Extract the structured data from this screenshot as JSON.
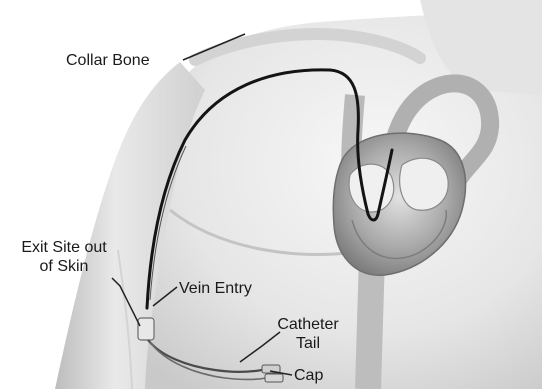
{
  "labels": {
    "collar_bone": "Collar Bone",
    "exit_site_line1": "Exit Site out",
    "exit_site_line2": "of Skin",
    "vein_entry": "Vein Entry",
    "catheter_tail_line1": "Catheter",
    "catheter_tail_line2": "Tail",
    "cap": "Cap"
  },
  "colors": {
    "label_text": "#1a1a1a",
    "catheter": "#141414",
    "skin_shade": "#d9d9d9",
    "heart_shade": "#9a9a9a"
  }
}
